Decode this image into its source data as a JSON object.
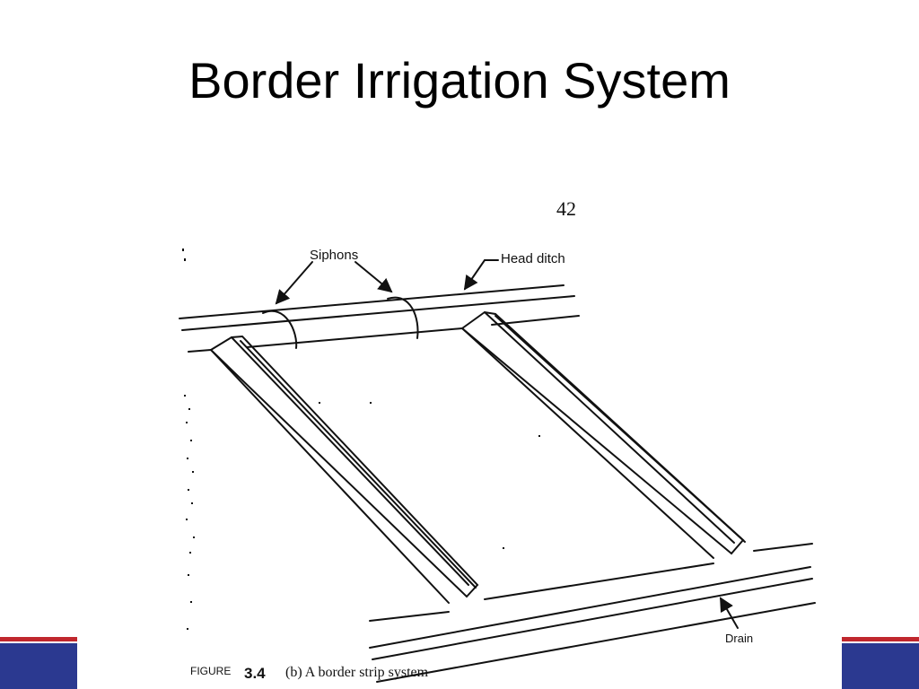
{
  "slide": {
    "title": "Border Irrigation System"
  },
  "figure": {
    "page_number": "42",
    "labels": {
      "siphons": "Siphons",
      "head_ditch": "Head ditch",
      "drain": "Drain"
    },
    "caption": {
      "figure_word": "FIGURE",
      "figure_number": "3.4",
      "text": "(b)  A border strip system"
    }
  },
  "colors": {
    "accent_red": "#c0272d",
    "accent_blue": "#2b3990",
    "line_art": "#111111"
  }
}
